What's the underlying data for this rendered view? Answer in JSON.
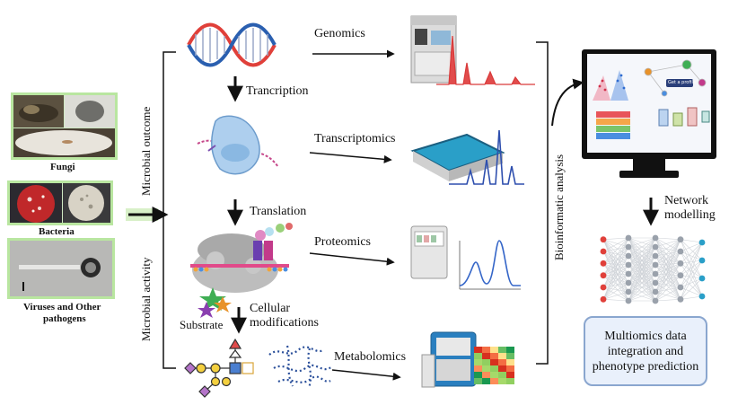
{
  "left_panel": {
    "fungi_label": "Fungi",
    "bacteria_label": "Bacteria",
    "viruses_label_line1": "Viruses and Other",
    "viruses_label_line2": "pathogens"
  },
  "side_labels": {
    "microbial_outcome": "Microbial  outcome",
    "microbial_activity": "Microbial  activity",
    "bioinformatic_analysis": "Bioinformatic analysis"
  },
  "process_steps": {
    "transcription": "Trancription",
    "translation": "Translation",
    "cellular_line1": "Cellular",
    "cellular_line2": "modifications",
    "substrate": "Substrate"
  },
  "omics": {
    "genomics": "Genomics",
    "transcriptomics": "Transcriptomics",
    "proteomics": "Proteomics",
    "metabolomics": "Metabolomics"
  },
  "right_side": {
    "network_line1": "Network",
    "network_line2": "modelling",
    "screen_chip": "Get a profile",
    "box_line1": "Multiomics data",
    "box_line2": "integration and",
    "box_line3": "phenotype prediction"
  },
  "colors": {
    "panel_border": "#b9e6a0",
    "dna_red": "#e0403a",
    "dna_blue": "#2a5fb0",
    "arrow": "#111111",
    "box_border": "#8aa6cf",
    "box_fill": "#e9f0fb",
    "peak_red": "#d93a3a",
    "peak_blue": "#3566c8"
  }
}
